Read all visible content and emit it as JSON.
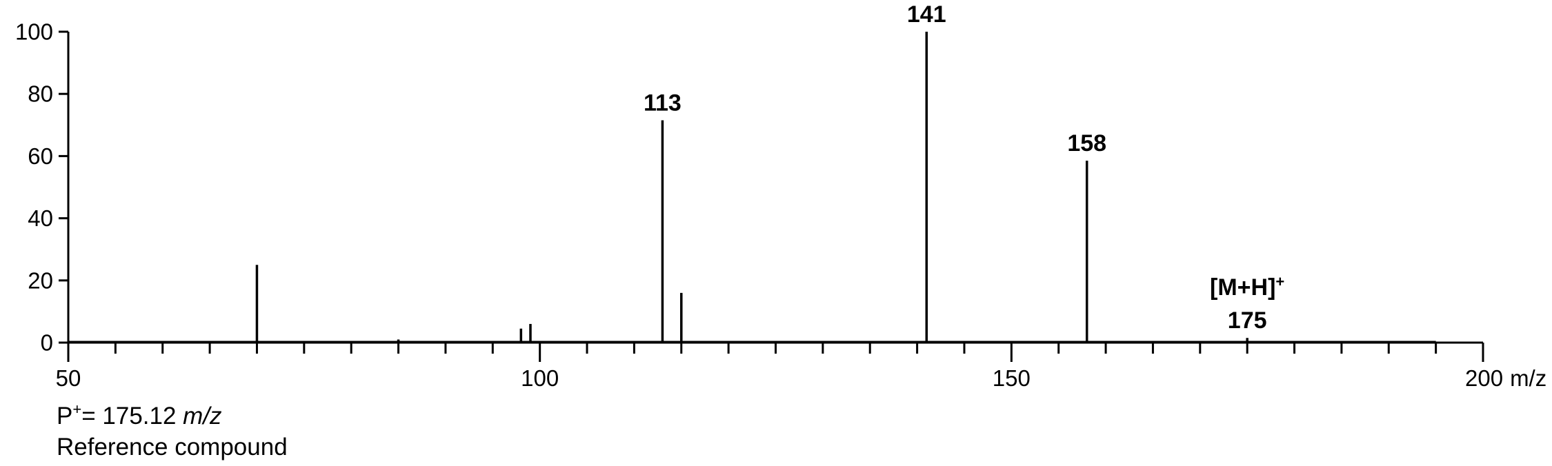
{
  "chart_data": {
    "type": "bar",
    "title": "",
    "xlabel": "m/z",
    "ylabel": "",
    "xlim": [
      50,
      200
    ],
    "ylim": [
      0,
      100
    ],
    "x_ticks": [
      "50",
      "100",
      "150",
      "200"
    ],
    "y_ticks": [
      "0",
      "20",
      "40",
      "60",
      "80",
      "100"
    ],
    "grid": false,
    "legend": "none",
    "series": [
      {
        "x": [
          70,
          85,
          96,
          98,
          99,
          113,
          115,
          141,
          158,
          175
        ],
        "values": [
          25,
          1,
          0.5,
          4.5,
          6,
          71.5,
          16,
          100,
          58.5,
          1.5
        ]
      }
    ],
    "annotations": [
      {
        "x": 113,
        "y": 71.5,
        "text": "113"
      },
      {
        "x": 141,
        "y": 100,
        "text": "141"
      },
      {
        "x": 158,
        "y": 58.5,
        "text": "158"
      },
      {
        "x": 175,
        "y": 1.5,
        "text": "175",
        "ion": "[M+H]",
        "charge": "+"
      }
    ]
  },
  "caption": {
    "parent_symbol": "P",
    "parent_charge": "+",
    "parent_value": "= 175.12 ",
    "parent_unit": "m/z",
    "compound": "Reference compound"
  }
}
